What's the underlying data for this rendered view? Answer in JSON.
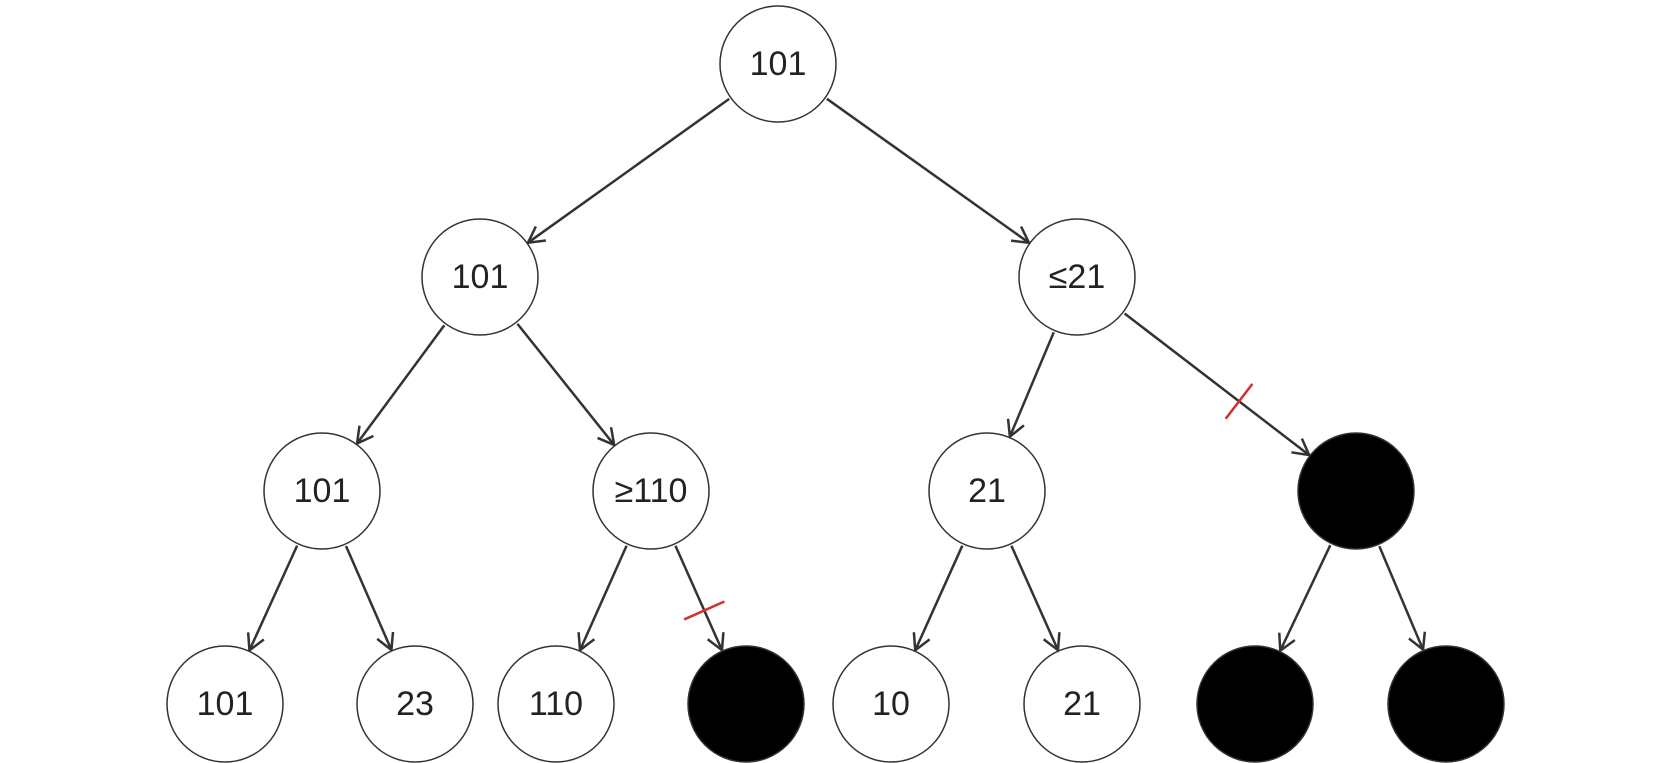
{
  "colors": {
    "edge": "#333333",
    "node_fill": "#ffffff",
    "node_stroke": "#333333",
    "pruned_fill": "#000000",
    "prune_mark": "#d32f2f"
  },
  "nodes": {
    "root": {
      "label": "101",
      "pruned": false
    },
    "l1": {
      "label": "101",
      "pruned": false
    },
    "r1": {
      "label": "≤21",
      "pruned": false
    },
    "l1l": {
      "label": "101",
      "pruned": false
    },
    "l1r": {
      "label": "≥110",
      "pruned": false
    },
    "r1l": {
      "label": "21",
      "pruned": false
    },
    "r1r": {
      "label": "",
      "pruned": true
    },
    "leaf1": {
      "label": "101",
      "pruned": false
    },
    "leaf2": {
      "label": "23",
      "pruned": false
    },
    "leaf3": {
      "label": "110",
      "pruned": false
    },
    "leaf4": {
      "label": "",
      "pruned": true
    },
    "leaf5": {
      "label": "10",
      "pruned": false
    },
    "leaf6": {
      "label": "21",
      "pruned": false
    },
    "leaf7": {
      "label": "",
      "pruned": true
    },
    "leaf8": {
      "label": "",
      "pruned": true
    }
  },
  "edges": [
    {
      "from": "root",
      "to": "l1",
      "cut": false
    },
    {
      "from": "root",
      "to": "r1",
      "cut": false
    },
    {
      "from": "l1",
      "to": "l1l",
      "cut": false
    },
    {
      "from": "l1",
      "to": "l1r",
      "cut": false
    },
    {
      "from": "r1",
      "to": "r1l",
      "cut": false
    },
    {
      "from": "r1",
      "to": "r1r",
      "cut": true
    },
    {
      "from": "l1l",
      "to": "leaf1",
      "cut": false
    },
    {
      "from": "l1l",
      "to": "leaf2",
      "cut": false
    },
    {
      "from": "l1r",
      "to": "leaf3",
      "cut": false
    },
    {
      "from": "l1r",
      "to": "leaf4",
      "cut": true
    },
    {
      "from": "r1l",
      "to": "leaf5",
      "cut": false
    },
    {
      "from": "r1l",
      "to": "leaf6",
      "cut": false
    },
    {
      "from": "r1r",
      "to": "leaf7",
      "cut": false
    },
    {
      "from": "r1r",
      "to": "leaf8",
      "cut": false
    }
  ]
}
